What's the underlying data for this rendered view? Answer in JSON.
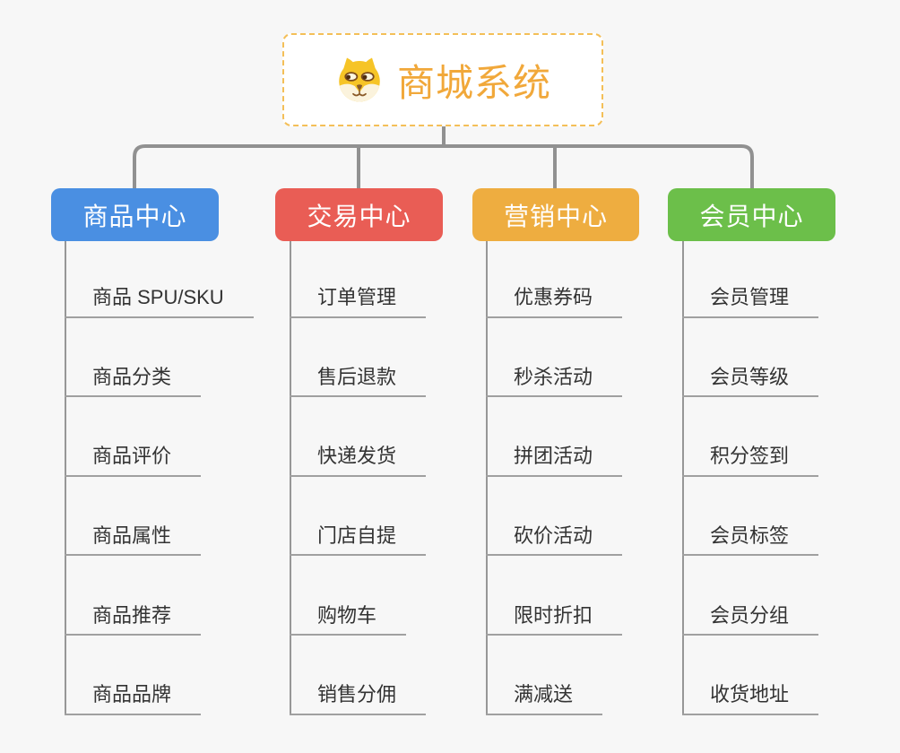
{
  "page": {
    "background_color": "#f7f7f7",
    "connector_color": "#919191"
  },
  "root": {
    "title": "商城系统",
    "icon": "dog-face-icon",
    "text_color": "#f1a83a",
    "border_color": "#f4bf58"
  },
  "branches": [
    {
      "label": "商品中心",
      "color": "#4a8fe2",
      "items": [
        "商品 SPU/SKU",
        "商品分类",
        "商品评价",
        "商品属性",
        "商品推荐",
        "商品品牌"
      ]
    },
    {
      "label": "交易中心",
      "color": "#e95d55",
      "items": [
        "订单管理",
        "售后退款",
        "快递发货",
        "门店自提",
        "购物车",
        "销售分佣"
      ]
    },
    {
      "label": "营销中心",
      "color": "#eead40",
      "items": [
        "优惠券码",
        "秒杀活动",
        "拼团活动",
        "砍价活动",
        "限时折扣",
        "满减送"
      ]
    },
    {
      "label": "会员中心",
      "color": "#6cbf4a",
      "items": [
        "会员管理",
        "会员等级",
        "积分签到",
        "会员标签",
        "会员分组",
        "收货地址"
      ]
    }
  ]
}
